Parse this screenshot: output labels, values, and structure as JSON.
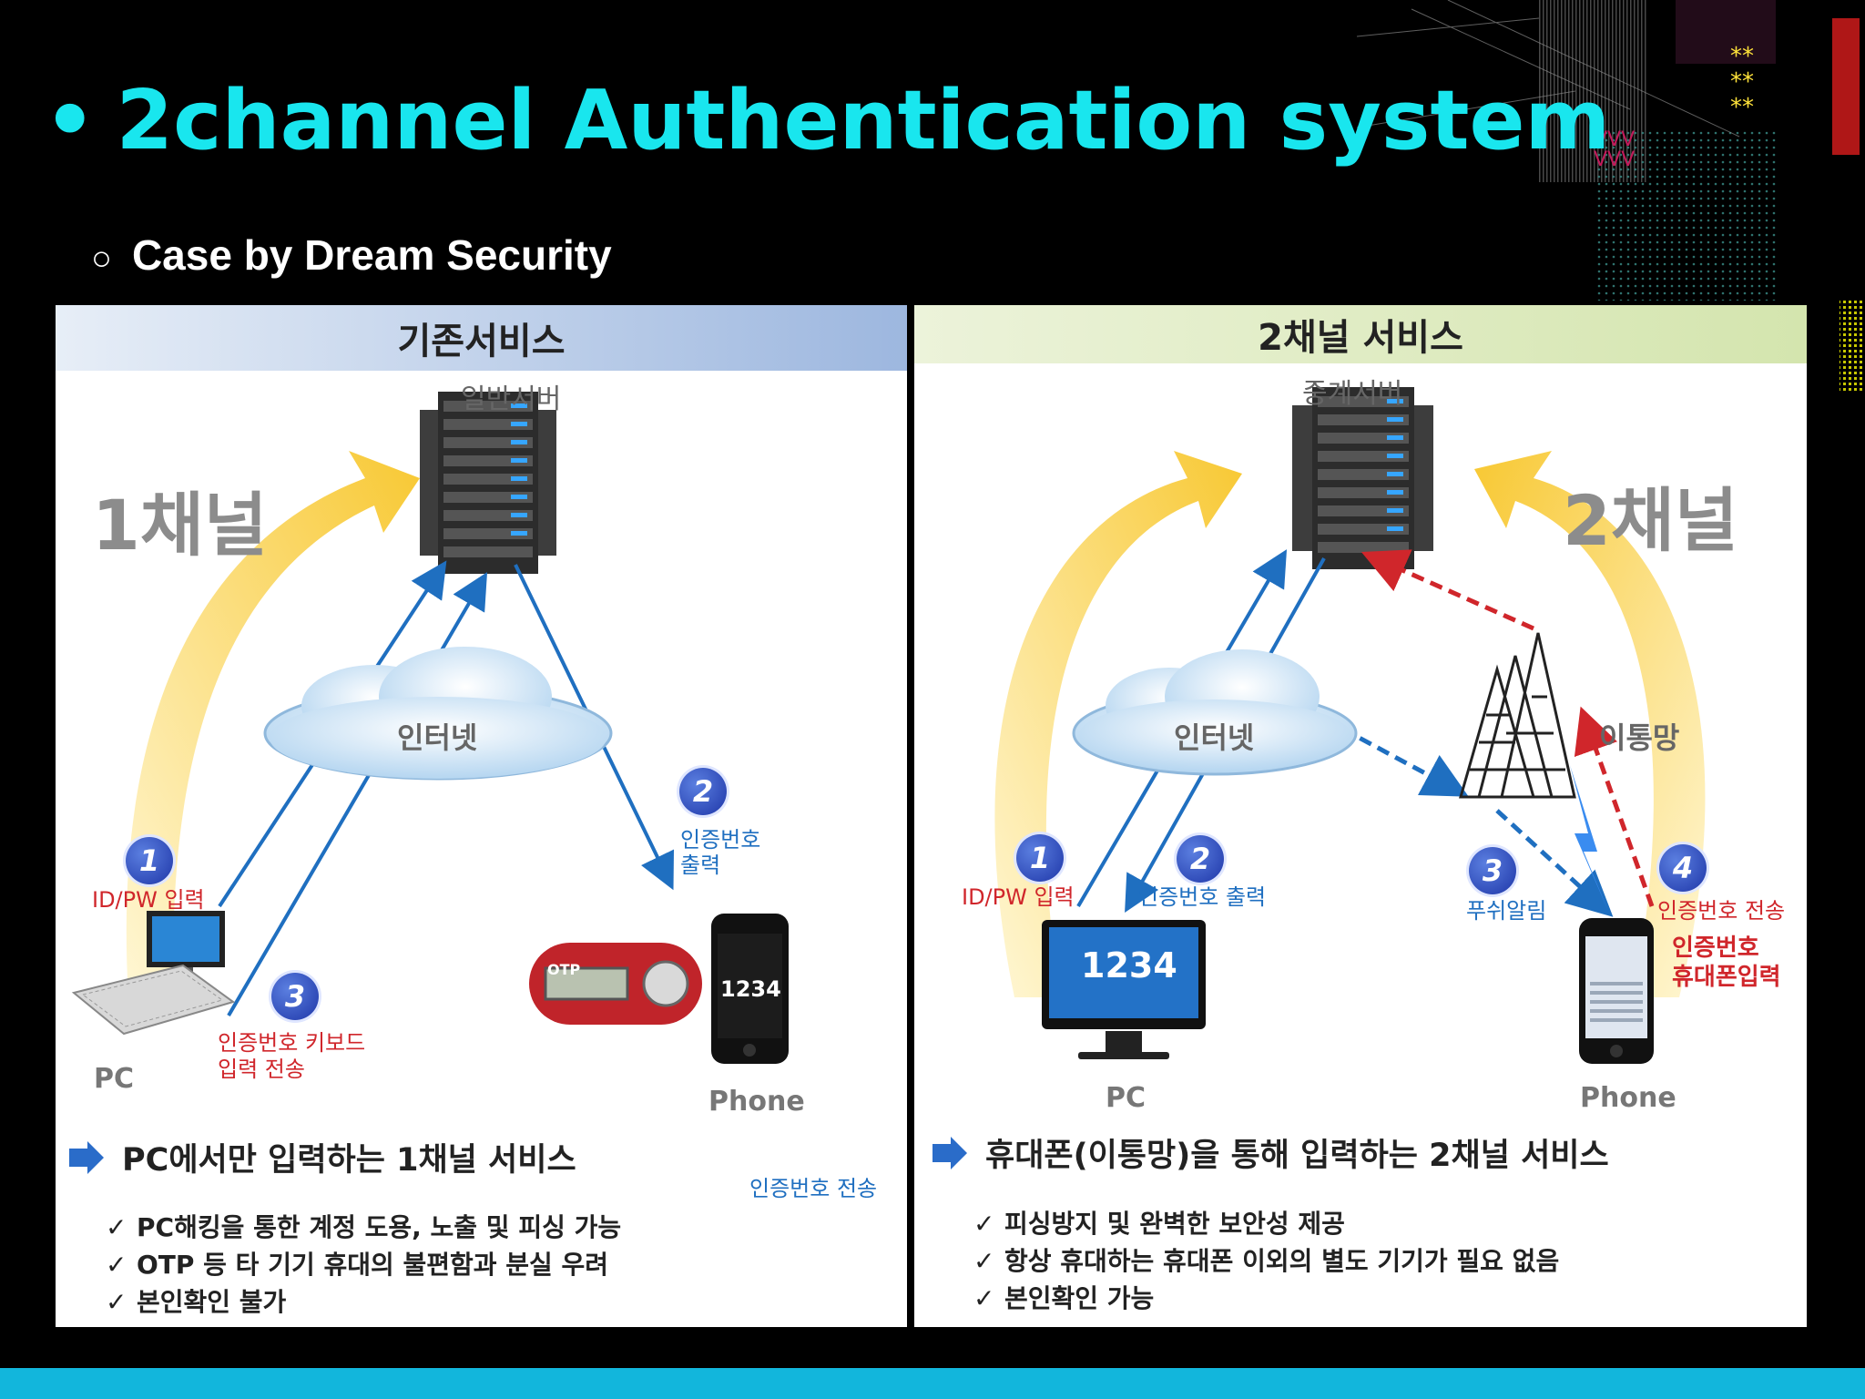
{
  "slide": {
    "title": "2channel Authentication system",
    "title_bullet": "•",
    "subtitle": "Case by Dream Security",
    "subtitle_bullet": "○",
    "accent_color": "#19e6ee",
    "bar_color": "#12b6dc"
  },
  "left_panel": {
    "header": "기존서비스",
    "server_label": "일반서버",
    "channel_label": "1채널",
    "cloud_label": "인터넷",
    "steps": [
      {
        "num": "1",
        "text": "ID/PW 입력"
      },
      {
        "num": "2",
        "text_line1": "인증번호",
        "text_line2": "출력"
      },
      {
        "num": "3",
        "text_line1": "인증번호 키보드",
        "text_line2": "입력 전송"
      }
    ],
    "device_pc": "PC",
    "device_phone": "Phone",
    "phone_code": "1234",
    "otp_brand": "OTP",
    "summary": "PC에서만 입력하는 1채널 서비스",
    "side_note": "인증번호 전송",
    "bullets": [
      "PC해킹을 통한 계정 도용, 노출 및 피싱 가능",
      "OTP 등 타 기기 휴대의 불편함과 분실 우려",
      "본인확인 불가"
    ]
  },
  "right_panel": {
    "header": "2채널 서비스",
    "server_label": "중계서버",
    "channel_label": "2채널",
    "cloud_label": "인터넷",
    "mobile_net_label": "이통망",
    "steps": [
      {
        "num": "1",
        "text": "ID/PW 입력"
      },
      {
        "num": "2",
        "text": "인증번호 출력"
      },
      {
        "num": "3",
        "text": "푸쉬알림"
      },
      {
        "num": "4",
        "text": "인증번호 전송"
      }
    ],
    "phone_input_line1": "인증번호",
    "phone_input_line2": "휴대폰입력",
    "monitor_code": "1234",
    "device_pc": "PC",
    "device_phone": "Phone",
    "summary": "휴대폰(이통망)을 통해 입력하는 2채널 서비스",
    "bullets": [
      "피싱방지 및 완벽한 보안성 제공",
      "항상 휴대하는 휴대폰 이외의 별도 기기가 필요 없음",
      "본인확인 가능"
    ]
  },
  "check_mark": "✓"
}
